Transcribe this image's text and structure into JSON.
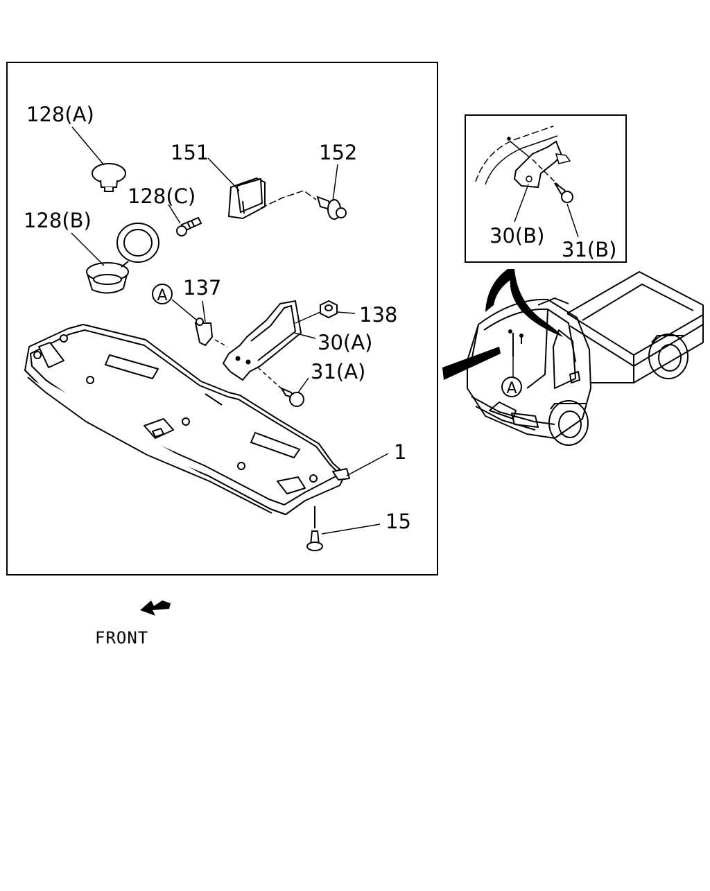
{
  "diagram": {
    "callouts": {
      "c128a": "128(A)",
      "c128b": "128(B)",
      "c128c": "128(C)",
      "c151": "151",
      "c152": "152",
      "c137": "137",
      "c138": "138",
      "c30a": "30(A)",
      "c31a": "31(A)",
      "c1": "1",
      "c15": "15",
      "c30b": "30(B)",
      "c31b": "31(B)"
    },
    "ref_markers": {
      "marker_main": "A",
      "marker_truck": "A"
    },
    "front_label": "FRONT"
  }
}
